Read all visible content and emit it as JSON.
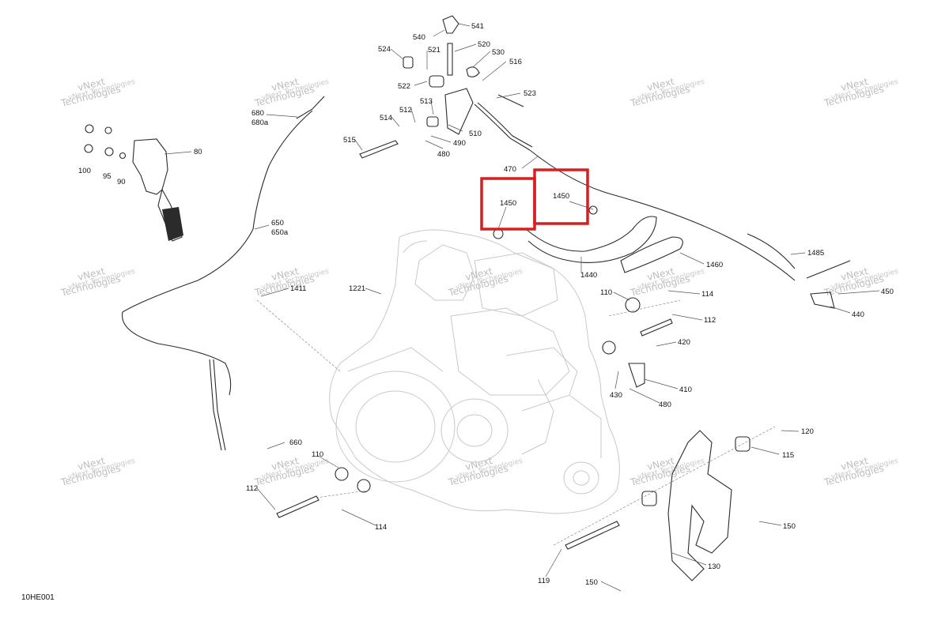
{
  "diagram": {
    "code": "10HE001",
    "watermark_lines": [
      "vNext",
      "Technologies",
      "vNext Technologies"
    ],
    "highlight_color": "#d71f1f",
    "callouts": [
      "540",
      "541",
      "520",
      "530",
      "524",
      "521",
      "516",
      "522",
      "523",
      "513",
      "512",
      "514",
      "510",
      "490",
      "515",
      "480",
      "80",
      "100",
      "95",
      "90",
      "680",
      "680a",
      "650",
      "650a",
      "470",
      "1450",
      "1450",
      "1440",
      "1460",
      "1485",
      "450",
      "440",
      "1221",
      "1411",
      "110",
      "114",
      "112",
      "420",
      "430",
      "410",
      "480",
      "660",
      "110",
      "112",
      "114",
      "120",
      "115",
      "150",
      "130",
      "119",
      "150"
    ]
  }
}
